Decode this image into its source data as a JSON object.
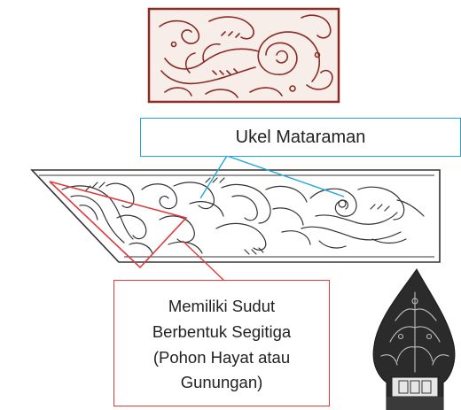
{
  "labels": {
    "ukel_mataraman": "Ukel Mataraman",
    "triangle_note": {
      "line1": "Memiliki Sudut",
      "line2": "Berbentuk Segitiga",
      "line3": "(Pohon Hayat atau",
      "line4": "Gunungan)"
    }
  },
  "colors": {
    "ukel_callout": "#1fa7d8",
    "triangle_callout": "#e03a3a",
    "carving_top": "#8b2b24",
    "line_art": "#333333",
    "gunungan_fill": "#2b2b2b"
  },
  "icons": {
    "top_panel": "carved-ukel-ornament-panel",
    "main_strip": "carved-ornament-strip",
    "bottom_right": "gunungan-wayang-figure"
  }
}
